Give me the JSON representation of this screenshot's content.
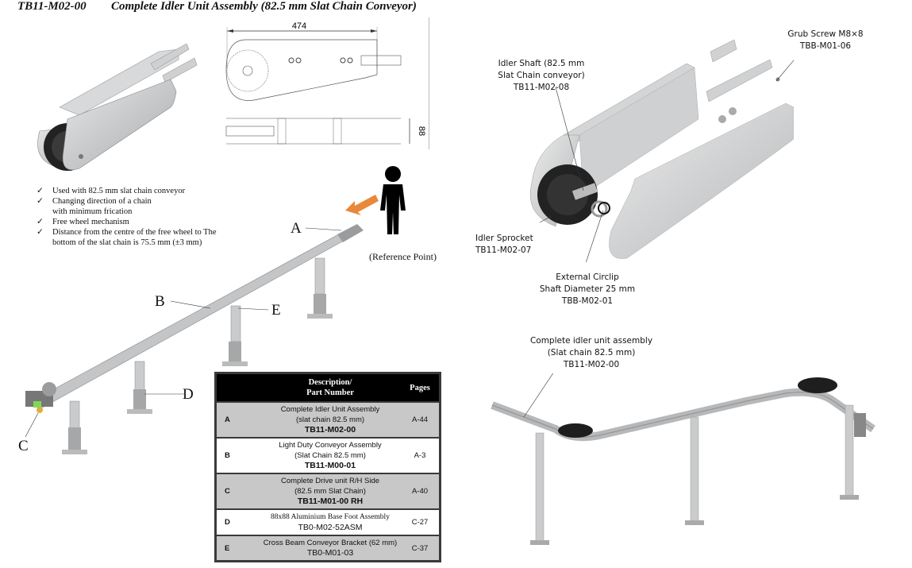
{
  "header": {
    "code": "TB11-M02-00",
    "title": "Complete Idler Unit Assembly (82.5 mm Slat Chain Conveyor)"
  },
  "drawing": {
    "length_dim": "474",
    "width_dim": "88"
  },
  "features": [
    "Used with 82.5 mm slat chain  conveyor",
    "Changing direction of a chain with minimum frication",
    "Free wheel mechanism",
    "Distance from the centre of the free wheel to The bottom of the slat chain is 75.5 mm (±3 mm)"
  ],
  "features_lines": {
    "f1": "Used with 82.5 mm slat chain  conveyor",
    "f2a": "Changing direction of a chain",
    "f2b": "with minimum frication",
    "f3": "Free wheel mechanism",
    "f4a": "Distance from the centre of the free wheel to The",
    "f4b": "bottom of the slat chain is 75.5 mm (±3 mm)"
  },
  "check_glyph": "✓",
  "reference": "(Reference Point)",
  "letters": {
    "a": "A",
    "b": "B",
    "c": "C",
    "d": "D",
    "e": "E"
  },
  "table": {
    "headers": {
      "key": "",
      "desc_line1": "Description/",
      "desc_line2": "Part Number",
      "pages": "Pages"
    },
    "rows": [
      {
        "key": "A",
        "desc": [
          "Complete Idler Unit Assembly",
          "(slat chain 82.5 mm)"
        ],
        "part": "TB11-M02-00",
        "page": "A-44"
      },
      {
        "key": "B",
        "desc": [
          "Light Duty Conveyor  Assembly",
          "(Slat Chain 82.5 mm)"
        ],
        "part": "TB11-M00-01",
        "page": "A-3"
      },
      {
        "key": "C",
        "desc": [
          "Complete Drive unit R/H Side",
          "(82.5 mm Slat Chain)"
        ],
        "part": "TB11-M01-00 RH",
        "page": "A-40"
      },
      {
        "key": "D",
        "desc": [
          "88x88 Aluminium Base Foot Assembly"
        ],
        "part": "TB0-M02-52ASM",
        "page": "C-27"
      },
      {
        "key": "E",
        "desc": [
          "Cross Beam Conveyor Bracket (62 mm)"
        ],
        "part": "TB0-M01-03",
        "page": "C-37"
      }
    ]
  },
  "callouts": {
    "grub": {
      "l1": "Grub Screw M8×8",
      "l2": "TBB-M01-06"
    },
    "shaft": {
      "l1": "Idler Shaft (82.5 mm",
      "l2": "Slat Chain conveyor)",
      "l3": "TB11-M02-08"
    },
    "sprocket": {
      "l1": "Idler Sprocket",
      "l2": "TB11-M02-07"
    },
    "circlip": {
      "l1": "External Circlip",
      "l2": "Shaft Diameter 25 mm",
      "l3": "TBB-M02-01"
    },
    "assembly": {
      "l1": "Complete idler unit assembly",
      "l2": "(Slat chain 82.5 mm)",
      "l3": "TB11-M02-00"
    }
  },
  "colors": {
    "arrow": "#e8893a",
    "table_header": "#000000",
    "row_gray": "#c8c8c8",
    "metal": "#c9cbcc",
    "sprocket": "#2a2a2a"
  }
}
